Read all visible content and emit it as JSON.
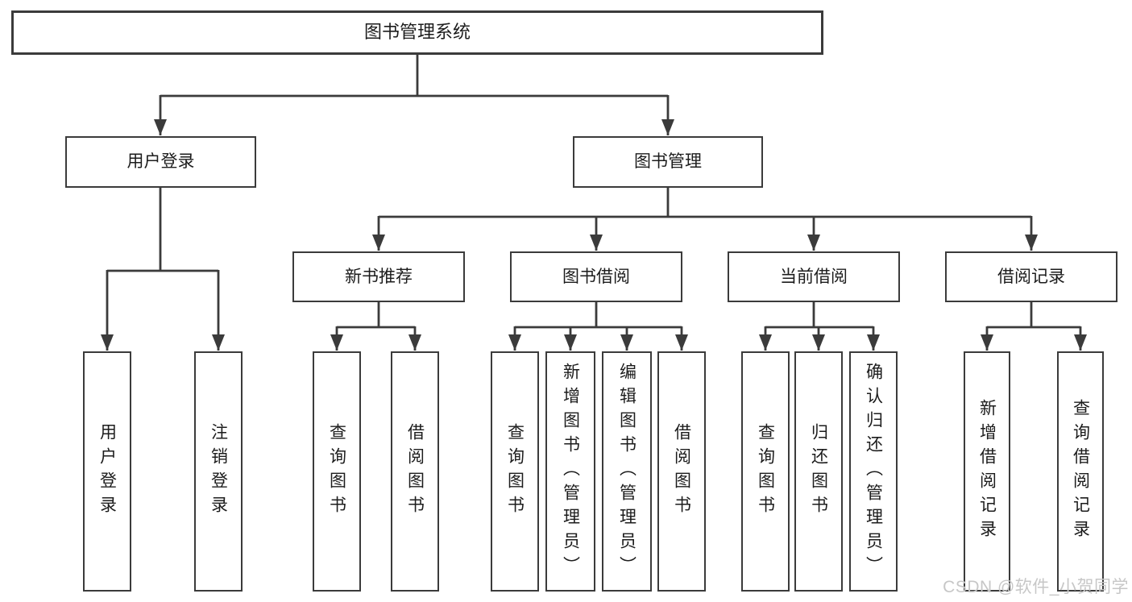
{
  "diagram": {
    "root": {
      "label": "图书管理系统"
    },
    "level2": [
      {
        "label": "用户登录",
        "leaves": [
          {
            "label": "用户登录"
          },
          {
            "label": "注销登录"
          }
        ]
      },
      {
        "label": "图书管理",
        "groups": [
          {
            "label": "新书推荐",
            "leaves": [
              {
                "label": "查询图书"
              },
              {
                "label": "借阅图书"
              }
            ]
          },
          {
            "label": "图书借阅",
            "leaves": [
              {
                "label": "查询图书"
              },
              {
                "label": "新增图书（管理员）"
              },
              {
                "label": "编辑图书（管理员）"
              },
              {
                "label": "借阅图书"
              }
            ]
          },
          {
            "label": "当前借阅",
            "leaves": [
              {
                "label": "查询图书"
              },
              {
                "label": "归还图书"
              },
              {
                "label": "确认归还（管理员）"
              }
            ]
          },
          {
            "label": "借阅记录",
            "leaves": [
              {
                "label": "新增借阅记录"
              },
              {
                "label": "查询借阅记录"
              }
            ]
          }
        ]
      }
    ]
  },
  "watermark": {
    "text": "CSDN @软件_小贺同学"
  },
  "colors": {
    "line": "#3b3b3b",
    "text": "#1c1c1c",
    "watermark": "#c7c7c7",
    "background": "#ffffff"
  }
}
